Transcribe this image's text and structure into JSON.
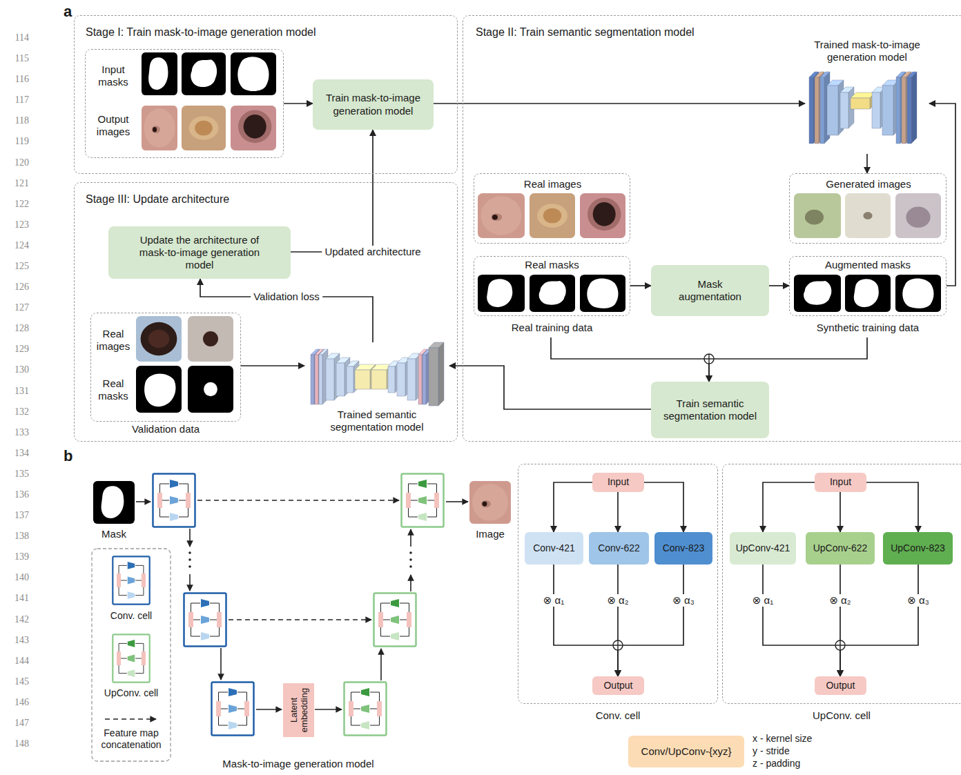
{
  "diagram": {
    "nodes": [
      {
        "text": [
          "Stage I: Train mask-to-image generation model"
        ]
      },
      {
        "text": [
          "Input masks",
          "Output images"
        ],
        "in": 0
      },
      {
        "text": [
          "Train mask-to-image generation model"
        ],
        "in": 0
      },
      {
        "text": [
          "Stage II: Train semantic segmentation model"
        ]
      },
      {
        "text": [
          "Trained mask-to-image generation model"
        ],
        "in": 3
      },
      {
        "text": [
          "Real images"
        ],
        "in": 3
      },
      {
        "text": [
          "Generated images"
        ],
        "in": 3
      },
      {
        "text": [
          "Real masks",
          "Real training data"
        ],
        "in": 3
      },
      {
        "text": [
          "Mask augmentation"
        ],
        "in": 3
      },
      {
        "text": [
          "Augmented masks",
          "Synthetic training data"
        ],
        "in": 3
      },
      {
        "text": [
          "Train semantic segmentation model"
        ],
        "in": 3
      },
      {
        "text": [
          "Stage III: Update architecture"
        ]
      },
      {
        "text": [
          "Update the architecture of mask-to-image generation model"
        ],
        "in": 11
      },
      {
        "text": [
          "Real images",
          "Real masks",
          "Validation data"
        ],
        "in": 11
      },
      {
        "text": [
          "Trained semantic segmentation model"
        ],
        "in": 11
      },
      {
        "text": [
          "Latent embedding"
        ]
      },
      {
        "text": [
          "Conv. cell"
        ]
      },
      {
        "text": [
          "Input"
        ],
        "in": 16
      },
      {
        "text": [
          "Conv-421"
        ],
        "in": 16
      },
      {
        "text": [
          "Conv-622"
        ],
        "in": 16
      },
      {
        "text": [
          "Conv-823"
        ],
        "in": 16
      },
      {
        "text": [
          "Output"
        ],
        "in": 16
      },
      {
        "text": [
          "UpConv. cell"
        ]
      },
      {
        "text": [
          "Input"
        ],
        "in": 22
      },
      {
        "text": [
          "UpConv-421"
        ],
        "in": 22
      },
      {
        "text": [
          "UpConv-622"
        ],
        "in": 22
      },
      {
        "text": [
          "UpConv-823"
        ],
        "in": 22
      },
      {
        "text": [
          "Output"
        ],
        "in": 22
      },
      {
        "text": [
          "Conv/UpConv-{xyz}"
        ]
      }
    ],
    "edges": [
      {
        "from": 1,
        "to": 2,
        "arrow": "to"
      },
      {
        "from": 2,
        "to": 4,
        "arrow": "to"
      },
      {
        "from": 4,
        "to": 6,
        "arrow": "to"
      },
      {
        "from": 7,
        "to": 8,
        "arrow": "to"
      },
      {
        "from": 8,
        "to": 9,
        "arrow": "to"
      },
      {
        "from": 9,
        "to": 4,
        "arrow": "to"
      },
      {
        "from": 7,
        "to": 10,
        "arrow": "to"
      },
      {
        "from": 9,
        "to": 10,
        "arrow": "to"
      },
      {
        "from": 10,
        "to": 14,
        "arrow": "to"
      },
      {
        "from": 13,
        "to": 14,
        "arrow": "to"
      },
      {
        "from": 14,
        "to": 12,
        "label": "Validation loss",
        "arrow": "to"
      },
      {
        "from": 12,
        "to": 2,
        "label": "Updated architecture",
        "arrow": "to"
      },
      {
        "from": 17,
        "to": 18,
        "arrow": "to"
      },
      {
        "from": 17,
        "to": 19,
        "arrow": "to"
      },
      {
        "from": 17,
        "to": 20,
        "arrow": "to"
      },
      {
        "from": 18,
        "to": 21,
        "label": "⊗ α₁",
        "arrow": "to"
      },
      {
        "from": 19,
        "to": 21,
        "label": "⊗ α₂",
        "arrow": "to"
      },
      {
        "from": 20,
        "to": 21,
        "label": "⊗ α₃",
        "arrow": "to"
      },
      {
        "from": 23,
        "to": 24,
        "arrow": "to"
      },
      {
        "from": 23,
        "to": 25,
        "arrow": "to"
      },
      {
        "from": 23,
        "to": 26,
        "arrow": "to"
      },
      {
        "from": 24,
        "to": 27,
        "label": "⊗ α₁",
        "arrow": "to"
      },
      {
        "from": 25,
        "to": 27,
        "label": "⊗ α₂",
        "arrow": "to"
      },
      {
        "from": 26,
        "to": 27,
        "label": "⊗ α₃",
        "arrow": "to"
      }
    ],
    "labels": [
      "114",
      "115",
      "116",
      "117",
      "118",
      "119",
      "120",
      "121",
      "122",
      "123",
      "124",
      "125",
      "126",
      "127",
      "128",
      "129",
      "130",
      "131",
      "132",
      "133",
      "134",
      "135",
      "136",
      "137",
      "138",
      "139",
      "140",
      "141",
      "142",
      "143",
      "144",
      "145",
      "146",
      "147",
      "148",
      "a",
      "b",
      "Mask",
      "Image",
      "Mask-to-image generation model",
      "x - kernel size",
      "y - stride",
      "z - padding"
    ],
    "legend": [
      {
        "text": "Conv. cell"
      },
      {
        "text": "UpConv. cell"
      },
      {
        "text": "Feature map concatenation"
      }
    ]
  }
}
